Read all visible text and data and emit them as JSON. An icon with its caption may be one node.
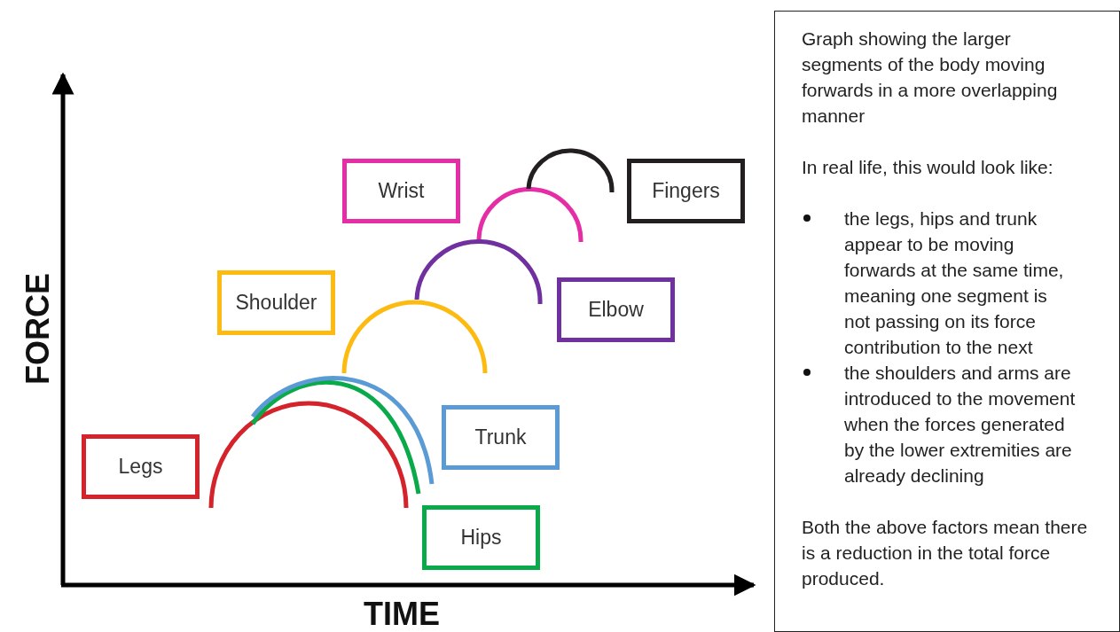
{
  "diagram": {
    "nodes": [
      {
        "text": [
          "Legs"
        ]
      },
      {
        "text": [
          "Hips"
        ]
      },
      {
        "text": [
          "Trunk"
        ]
      },
      {
        "text": [
          "Shoulder"
        ]
      },
      {
        "text": [
          "Elbow"
        ]
      },
      {
        "text": [
          "Wrist"
        ]
      },
      {
        "text": [
          "Fingers"
        ]
      },
      {
        "text": [
          "Graph showing the larger segments of the body moving forwards in a more overlapping manner",
          "In real life, this would look like:",
          "the legs, hips and trunk appear to be moving forwards at the same time, meaning one segment is not passing on its force contribution to the next",
          "the shoulders and arms are introduced to the movement when the forces generated by the lower extremities are already declining",
          "Both the above factors mean there is a reduction in the total force produced."
        ]
      }
    ],
    "labels": [
      "FORCE",
      "TIME"
    ]
  }
}
